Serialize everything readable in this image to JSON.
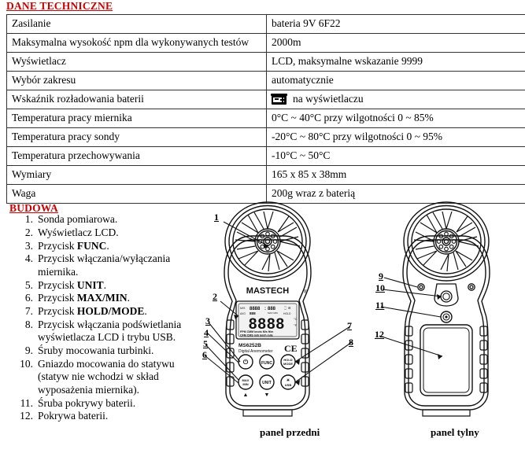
{
  "headings": {
    "specs": "DANE TECHNICZNE",
    "build": "BUDOWA"
  },
  "spec_table": {
    "rows": [
      {
        "label": "Zasilanie",
        "value": "bateria 9V 6F22"
      },
      {
        "label": "Maksymalna wysokość npm dla wykonywanych testów",
        "value": "2000m"
      },
      {
        "label": "Wyświetlacz",
        "value": "LCD, maksymalne wskazanie 9999"
      },
      {
        "label": "Wybór zakresu",
        "value": "automatycznie"
      },
      {
        "label": "Wskaźnik rozładowania baterii",
        "value": "na wyświetlaczu",
        "icon": "battery-icon"
      },
      {
        "label": "Temperatura pracy miernika",
        "value": "0°C ~ 40°C przy wilgotności 0 ~ 85%"
      },
      {
        "label": "Temperatura pracy sondy",
        "value": "-20°C ~ 80°C przy wilgotności 0 ~ 95%"
      },
      {
        "label": "Temperatura przechowywania",
        "value": "-10°C ~ 50°C"
      },
      {
        "label": "Wymiary",
        "value": "165 x 85 x 38mm"
      },
      {
        "label": "Waga",
        "value": "200g wraz z baterią"
      }
    ]
  },
  "build_list": [
    {
      "num": "1.",
      "text": "Sonda pomiarowa."
    },
    {
      "num": "2.",
      "text": "Wyświetlacz LCD."
    },
    {
      "num": "3.",
      "text_before": "Przycisk ",
      "bold": "FUNC",
      "text_after": "."
    },
    {
      "num": "4.",
      "text": "Przycisk włączania/wyłączania miernika."
    },
    {
      "num": "5.",
      "text_before": "Przycisk ",
      "bold": "UNIT",
      "text_after": "."
    },
    {
      "num": "6.",
      "text_before": "Przycisk ",
      "bold": "MAX/MIN",
      "text_after": "."
    },
    {
      "num": "7.",
      "text_before": "Przycisk ",
      "bold": "HOLD/MODE",
      "text_after": "."
    },
    {
      "num": "8.",
      "text": "Przycisk włączania podświetlania wyświetlacza LCD i trybu USB."
    },
    {
      "num": "9.",
      "text": "Śruby mocowania turbinki."
    },
    {
      "num": "10.",
      "text": "Gniazdo mocowania do statywu (statyw nie wchodzi w skład wyposażenia miernika)."
    },
    {
      "num": "11.",
      "text": "Śruba pokrywy baterii."
    },
    {
      "num": "12.",
      "text": "Pokrywa baterii."
    }
  ],
  "figures": {
    "front": {
      "caption": "panel przedni",
      "brand": "MASTECH",
      "brand_mark": "®",
      "model": "MS6252B",
      "model_sub": "Digital Anemometer",
      "ce_mark": "CE",
      "lcd": {
        "main_digits": "8888",
        "top_left": "8888",
        "top_right": "888",
        "unit_rows": [
          "FPM  CMM  knots   M/s   ft/m",
          "CFM  CMS     m/h    km/h  mile"
        ]
      },
      "buttons": [
        {
          "label": "⏻",
          "name": "power-button"
        },
        {
          "label": "FUNC",
          "name": "func-button"
        },
        {
          "label": "HOLD\nMODE",
          "name": "hold-mode-button"
        },
        {
          "label": "MAX\nMIN",
          "name": "max-min-button"
        },
        {
          "label": "UNIT",
          "name": "unit-button"
        },
        {
          "label": "☀\nUSB",
          "name": "backlight-usb-button"
        }
      ],
      "arrows": [
        "▲",
        "▼"
      ],
      "callouts": [
        "1",
        "2",
        "3",
        "4",
        "5",
        "6",
        "7",
        "8"
      ]
    },
    "rear": {
      "caption": "panel tylny",
      "callouts": [
        "9",
        "10",
        "11",
        "12"
      ]
    }
  },
  "colors": {
    "heading_red": "#cc0000",
    "text_black": "#000000",
    "table_border": "#333333",
    "page_background": "#ffffff"
  }
}
